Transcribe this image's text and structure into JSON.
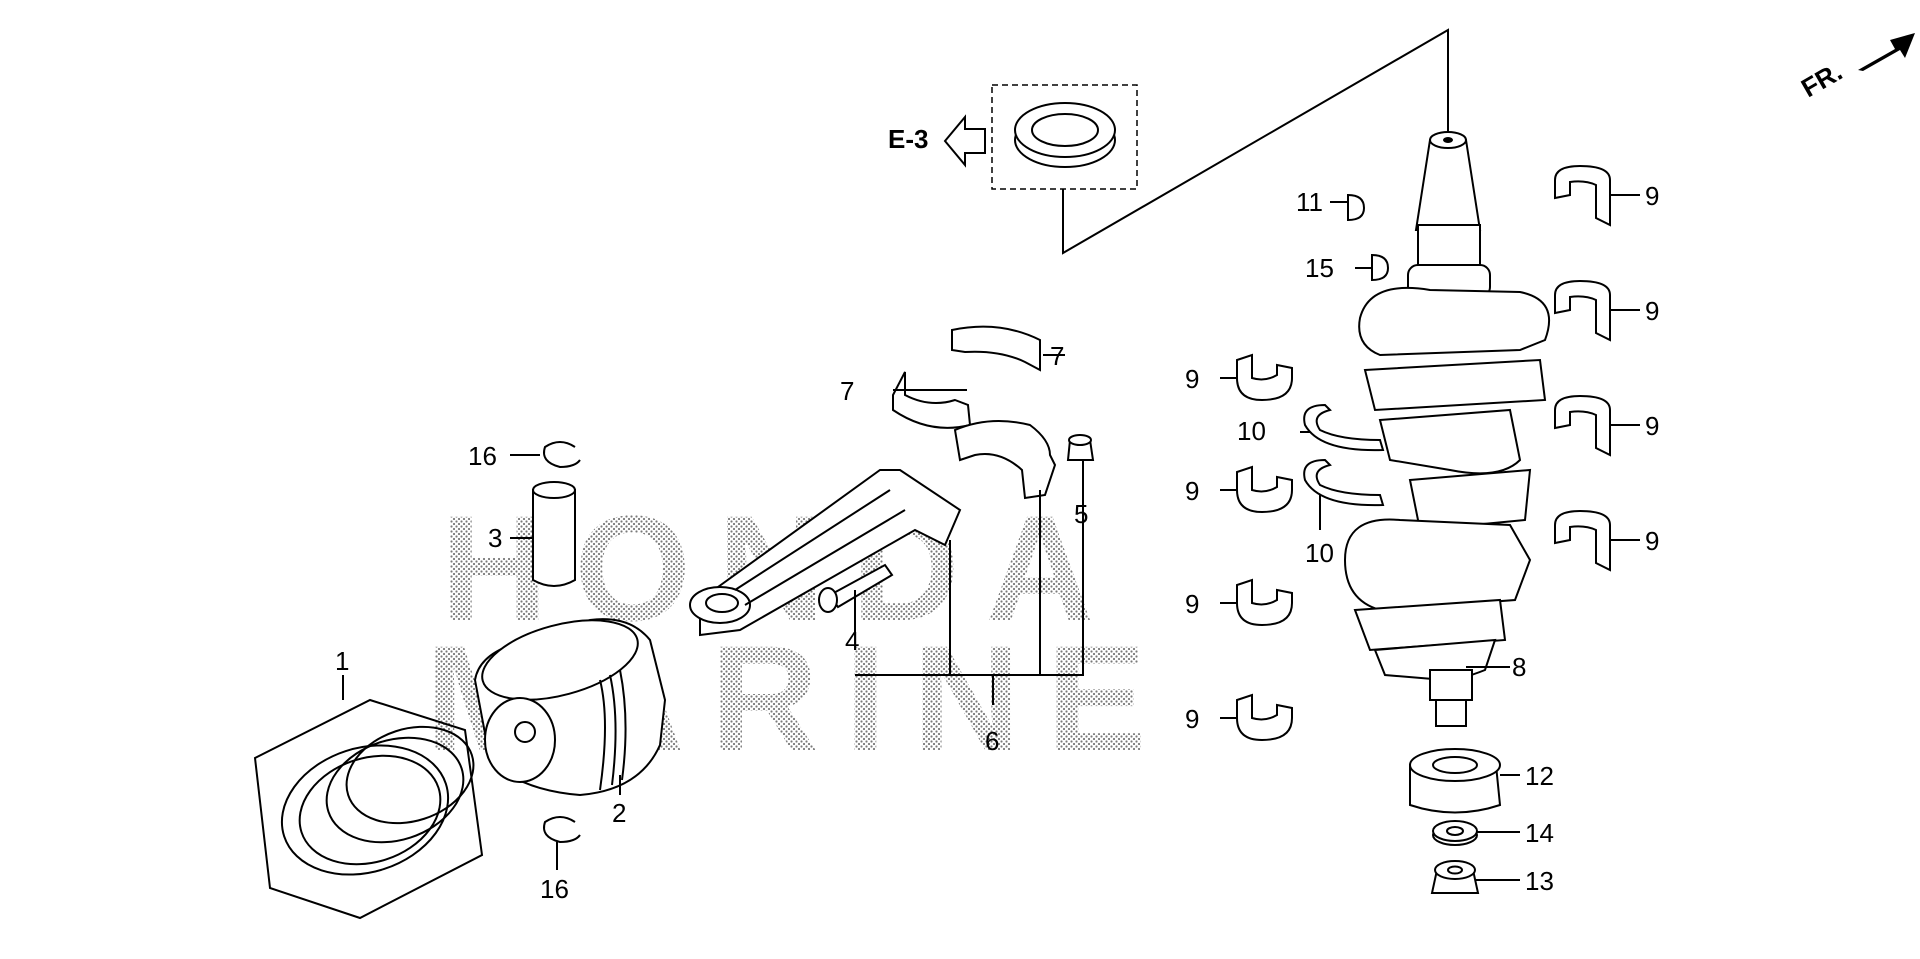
{
  "watermark": {
    "line1": "HONDA",
    "line2": "MARINE"
  },
  "reference": {
    "label": "E-3"
  },
  "direction": {
    "label": "FR.",
    "icon": "front-direction-arrow-icon"
  },
  "callouts": {
    "c1": "1",
    "c2": "2",
    "c3": "3",
    "c4": "4",
    "c5": "5",
    "c6": "6",
    "c7a": "7",
    "c7b": "7",
    "c8": "8",
    "c9a": "9",
    "c9b": "9",
    "c9c": "9",
    "c9d": "9",
    "c9e": "9",
    "c9f": "9",
    "c9g": "9",
    "c9h": "9",
    "c10a": "10",
    "c10b": "10",
    "c11": "11",
    "c12": "12",
    "c13": "13",
    "c14": "14",
    "c15": "15",
    "c16a": "16",
    "c16b": "16"
  }
}
